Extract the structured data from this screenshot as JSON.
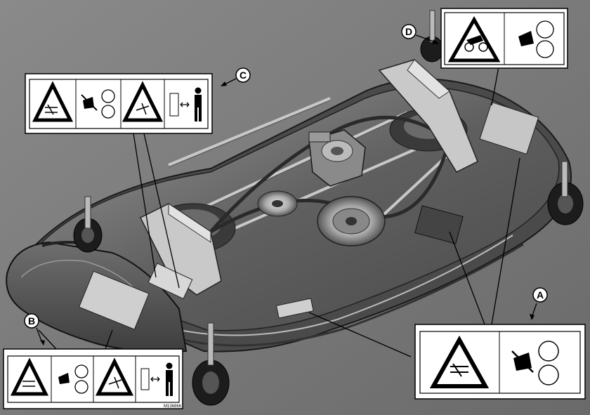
{
  "callouts": [
    {
      "id": "a",
      "letter": "A"
    },
    {
      "id": "b",
      "letter": "B"
    },
    {
      "id": "c",
      "letter": "C"
    },
    {
      "id": "d",
      "letter": "D"
    }
  ],
  "figure_code": "M136866"
}
